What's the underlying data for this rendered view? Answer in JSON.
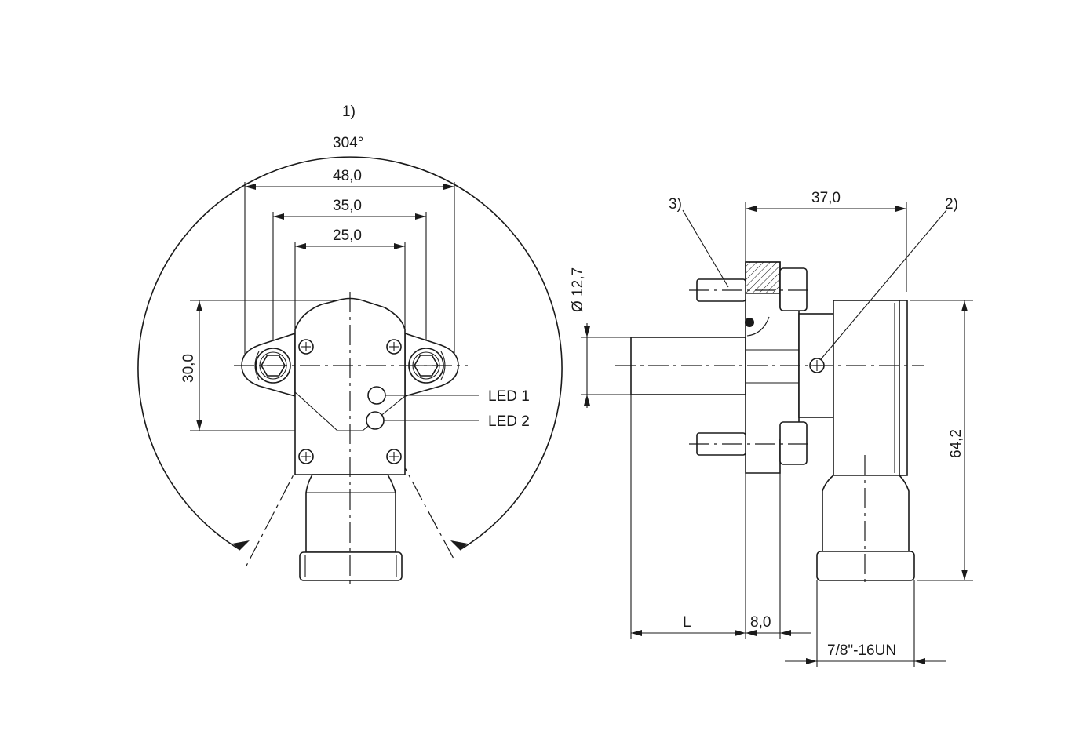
{
  "annotations": {
    "note1": "1)",
    "note2": "2)",
    "note3": "3)",
    "angle": "304°"
  },
  "dimensions": {
    "d48": "48,0",
    "d35": "35,0",
    "d25": "25,0",
    "d30": "30,0",
    "dia": "Ø 12,7",
    "d37": "37,0",
    "d642": "64,2",
    "L": "L",
    "d8": "8,0",
    "thread": "7/8\"-16UN"
  },
  "labels": {
    "led1": "LED 1",
    "led2": "LED 2"
  }
}
